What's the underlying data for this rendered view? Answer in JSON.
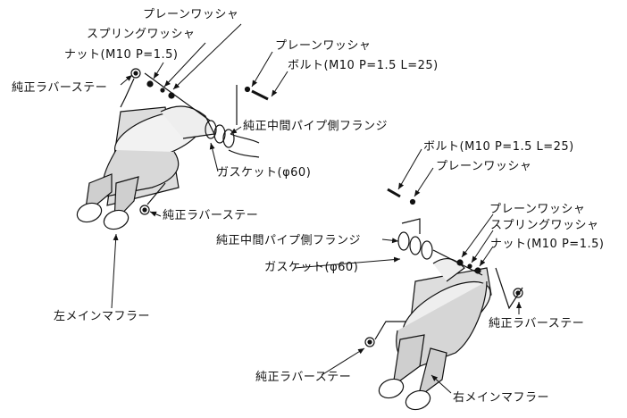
{
  "left": {
    "plain_washer_top": "プレーンワッシャ",
    "spring_washer": "スプリングワッシャ",
    "nut": "ナット(M10 P=1.5)",
    "rubber_stay_top": "純正ラバーステー",
    "plain_washer_bolt": "プレーンワッシャ",
    "bolt": "ボルト(M10 P=1.5 L=25)",
    "flange": "純正中間パイプ側フランジ",
    "gasket": "ガスケット(φ60)",
    "rubber_stay_bottom": "純正ラバーステー",
    "muffler": "左メインマフラー"
  },
  "right": {
    "bolt": "ボルト(M10 P=1.5 L=25)",
    "plain_washer_bolt": "プレーンワッシャ",
    "flange": "純正中間パイプ側フランジ",
    "plain_washer": "プレーンワッシャ",
    "spring_washer": "スプリングワッシャ",
    "nut": "ナット(M10 P=1.5)",
    "gasket": "ガスケット(φ60)",
    "rubber_stay_right": "純正ラバーステー",
    "rubber_stay_left": "純正ラバーステー",
    "muffler": "右メインマフラー"
  }
}
